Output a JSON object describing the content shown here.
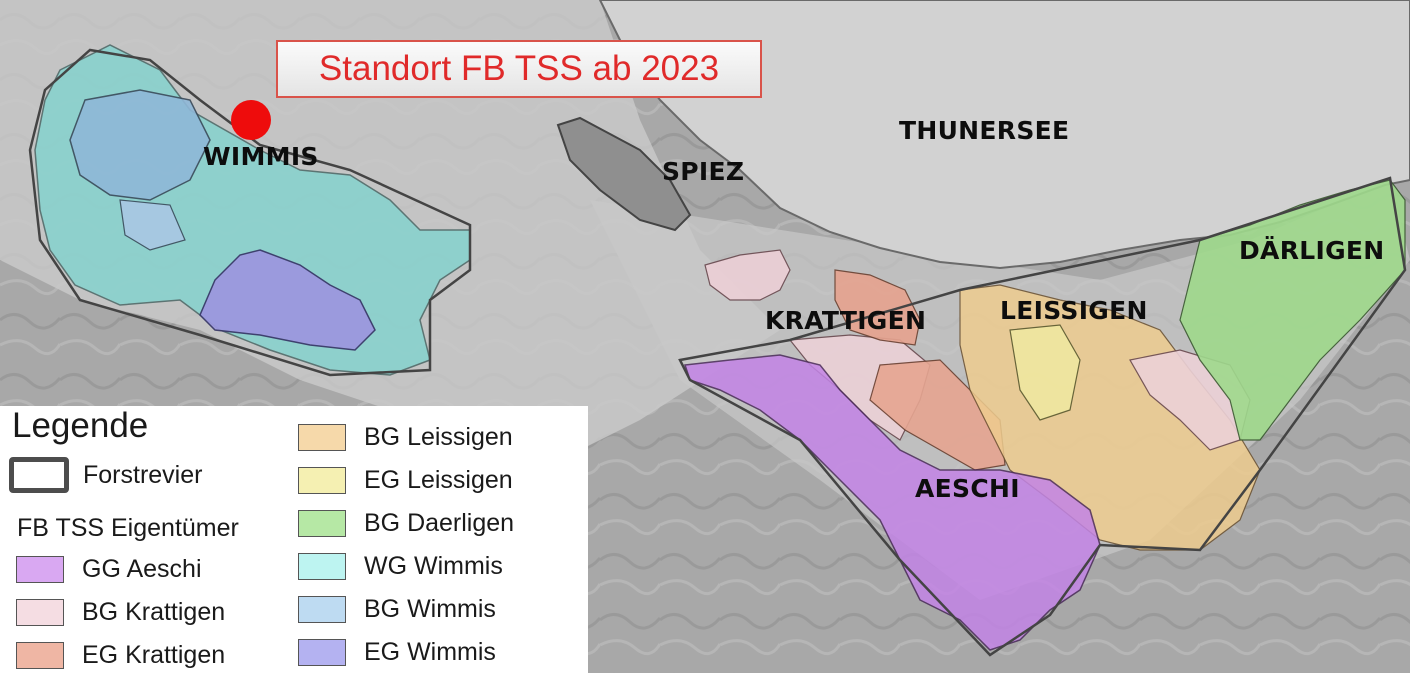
{
  "title": "Standort FB TSS ab 2023",
  "places": [
    {
      "key": "wimmis",
      "name": "WIMMIS"
    },
    {
      "key": "spiez",
      "name": "SPIEZ"
    },
    {
      "key": "thunersee",
      "name": "THUNERSEE"
    },
    {
      "key": "daerligen",
      "name": "DÄRLIGEN"
    },
    {
      "key": "krattigen",
      "name": "KRATTIGEN"
    },
    {
      "key": "leissigen",
      "name": "LEISSIGEN"
    },
    {
      "key": "aeschi",
      "name": "AESCHI"
    }
  ],
  "legend": {
    "title": "Legende",
    "boundary_label": "Forstrevier",
    "owners_heading": "FB TSS Eigentümer",
    "items_left": [
      {
        "label": "GG Aeschi",
        "color": "#d9a8f2"
      },
      {
        "label": "BG Krattigen",
        "color": "#f5dde3"
      },
      {
        "label": "EG Krattigen",
        "color": "#efb6a4"
      }
    ],
    "items_right": [
      {
        "label": "BG Leissigen",
        "color": "#f6d9aa"
      },
      {
        "label": "EG Leissigen",
        "color": "#f5f0b2"
      },
      {
        "label": "BG Daerligen",
        "color": "#b6e8a5"
      },
      {
        "label": "WG Wimmis",
        "color": "#bdf4f1"
      },
      {
        "label": "BG Wimmis",
        "color": "#bedbf2"
      },
      {
        "label": "EG Wimmis",
        "color": "#b4b2f1"
      }
    ]
  },
  "colors": {
    "lake": "#cfcfcf",
    "relief": "#a5a5a5",
    "marker": "#ee0c0c",
    "title_text": "#e02a2a"
  }
}
